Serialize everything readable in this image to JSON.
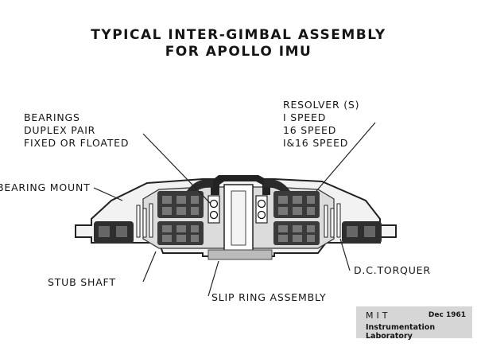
{
  "title": {
    "line1": "TYPICAL INTER-GIMBAL ASSEMBLY",
    "line2": "FOR APOLLO IMU"
  },
  "labels": {
    "bearings": [
      "BEARINGS",
      "DUPLEX PAIR",
      "FIXED OR FLOATED"
    ],
    "resolver": [
      "RESOLVER (S)",
      "I SPEED",
      "16 SPEED",
      "I&16 SPEED"
    ],
    "bearing_mount": "BEARING MOUNT",
    "stub_shaft": "STUB SHAFT",
    "slip_ring": "SLIP RING ASSEMBLY",
    "torquer": "D.C.TORQUER"
  },
  "stamp": {
    "org": "MIT",
    "date": "Dec 1961",
    "lab": "Instrumentation Laboratory"
  }
}
